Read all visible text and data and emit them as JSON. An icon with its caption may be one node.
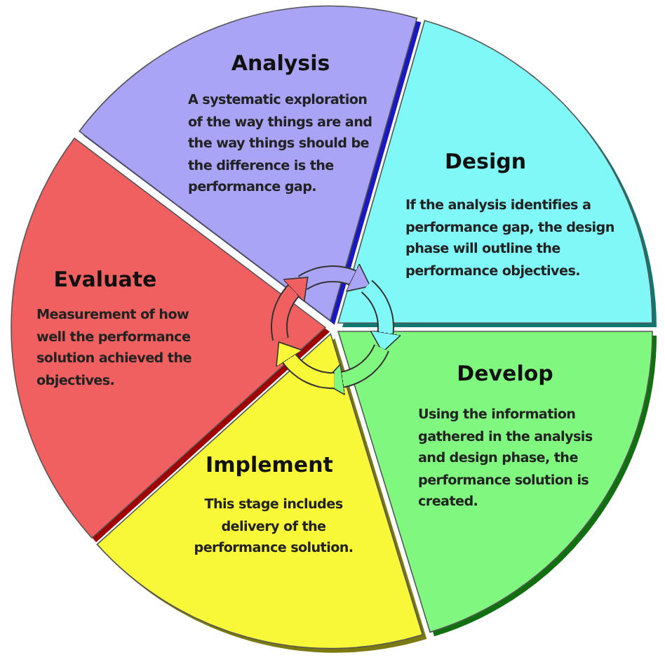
{
  "diagram": {
    "nodes": [
      {
        "text": [
          "Analysis",
          "A systematic exploration of the way things are and the way things should be the difference is the performance gap."
        ]
      },
      {
        "text": [
          "Design",
          "If the analysis identifies a performance gap, the design phase will outline the performance objectives."
        ]
      },
      {
        "text": [
          "Develop",
          "Using the information gathered in the analysis and design phase, the performance solution is created."
        ]
      },
      {
        "text": [
          "Implement",
          "This stage includes delivery of the performance solution."
        ]
      },
      {
        "text": [
          "Evaluate",
          "Measurement of how well the performance solution achieved the objectives."
        ]
      }
    ],
    "edges": [
      {
        "from": 0,
        "to": 1,
        "arrow": "to",
        "color": "#a9a4f5"
      },
      {
        "from": 1,
        "to": 2,
        "arrow": "to",
        "color": "#80f8f8"
      },
      {
        "from": 2,
        "to": 3,
        "arrow": "to",
        "color": "#80f880"
      },
      {
        "from": 3,
        "to": 4,
        "arrow": "to",
        "color": "#f8f838"
      },
      {
        "from": 4,
        "to": 0,
        "arrow": "to",
        "color": "#f06060"
      }
    ]
  }
}
